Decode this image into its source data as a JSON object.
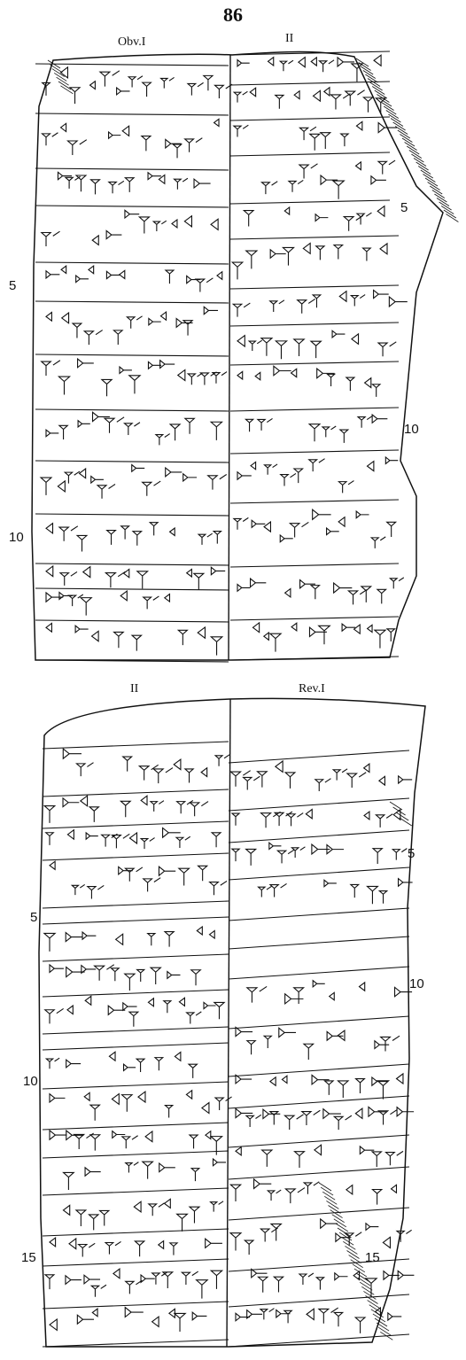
{
  "plate_number": "86",
  "upper_tablet": {
    "column_labels": [
      "Obv.I",
      "II"
    ],
    "line_numbers_left": [
      "5",
      "10"
    ],
    "line_numbers_right": [
      "5",
      "10"
    ]
  },
  "lower_tablet": {
    "column_labels": [
      "II",
      "Rev.I"
    ],
    "line_numbers_left": [
      "5",
      "10",
      "15"
    ],
    "line_numbers_right": [
      "5",
      "10",
      "15"
    ]
  },
  "colors": {
    "ink": "#111111",
    "paper": "#ffffff"
  }
}
